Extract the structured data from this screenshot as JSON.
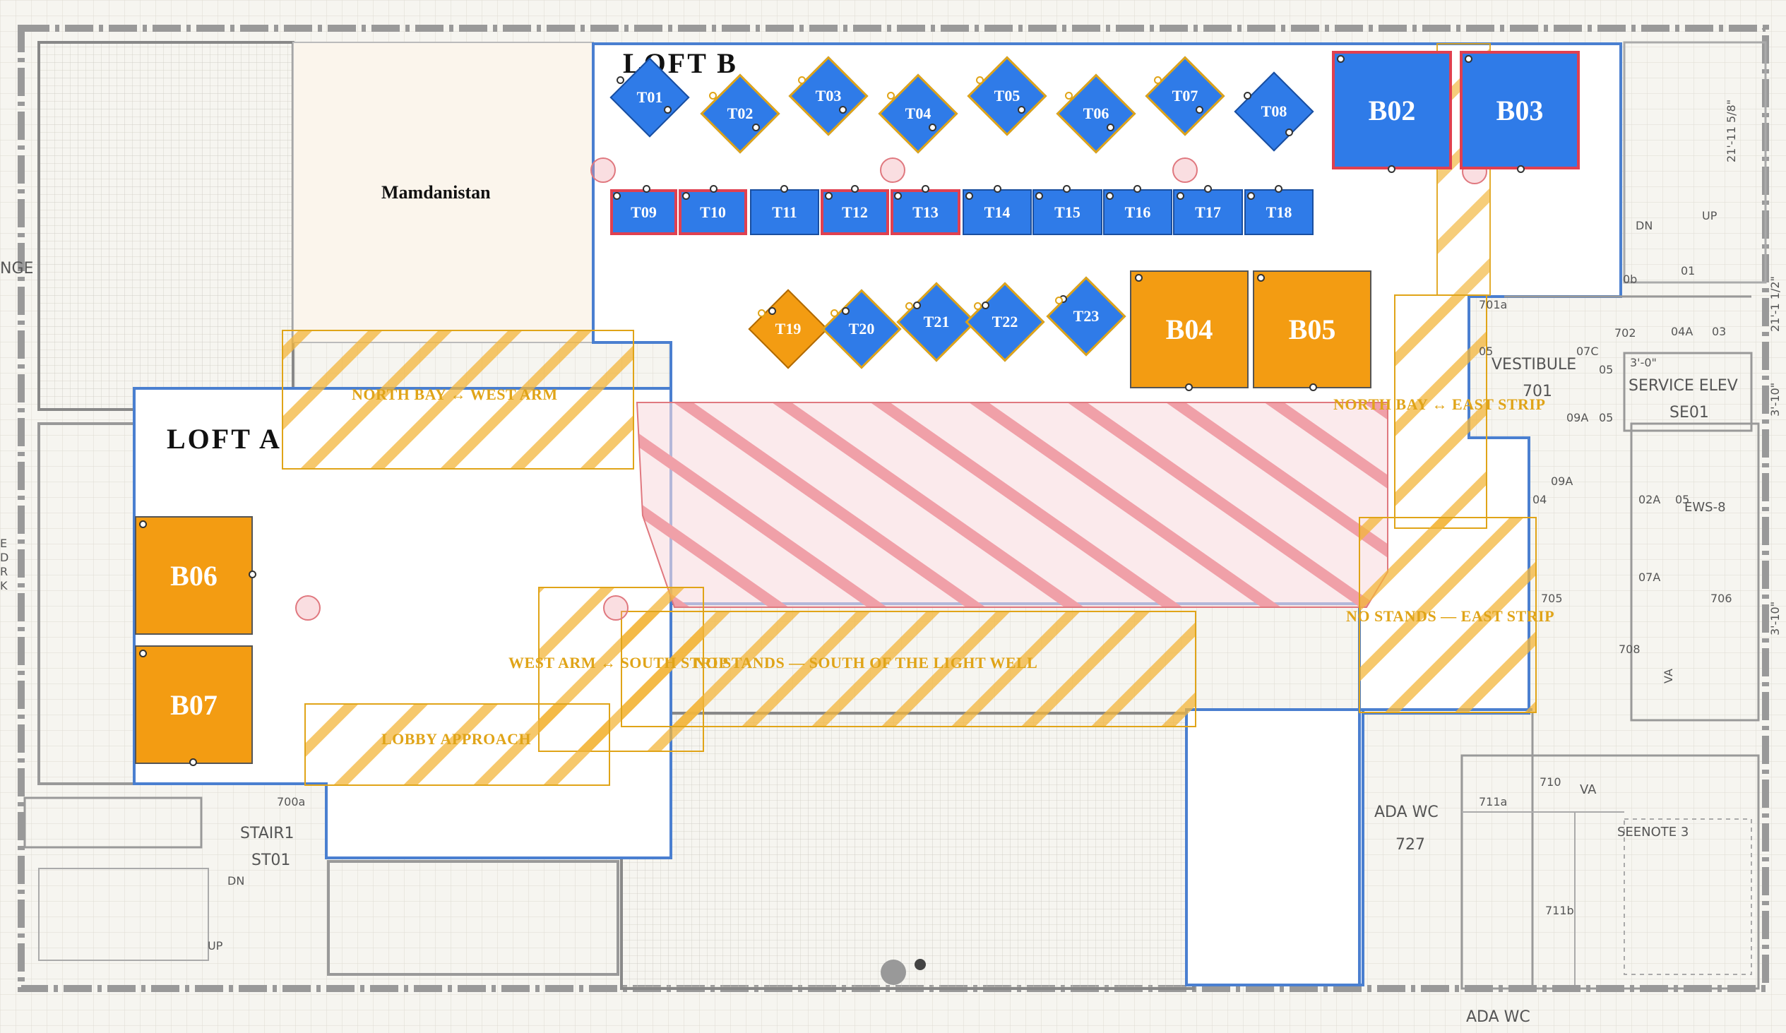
{
  "rooms": {
    "mamdanistan": "Mamdanistan",
    "loft_a": "LOFT A",
    "loft_b": "LOFT B"
  },
  "zones": {
    "north_bay_west_arm": "NORTH BAY ↔ WEST ARM",
    "north_bay_east_strip": "NORTH BAY ↔ EAST STRIP",
    "no_stands_east_strip": "NO STANDS — EAST STRIP",
    "west_arm_south_strip": "WEST ARM ↔ SOUTH STRIP",
    "no_stands_light_well": "NO STANDS — SOUTH OF THE LIGHT WELL",
    "lobby_approach": "LOBBY APPROACH"
  },
  "booths": {
    "b02": "B02",
    "b03": "B03",
    "b04": "B04",
    "b05": "B05",
    "b06": "B06",
    "b07": "B07"
  },
  "tables": {
    "t01": "T01",
    "t02": "T02",
    "t03": "T03",
    "t04": "T04",
    "t05": "T05",
    "t06": "T06",
    "t07": "T07",
    "t08": "T08",
    "t09": "T09",
    "t10": "T10",
    "t11": "T11",
    "t12": "T12",
    "t13": "T13",
    "t14": "T14",
    "t15": "T15",
    "t16": "T16",
    "t17": "T17",
    "t18": "T18",
    "t19": "T19",
    "t20": "T20",
    "t21": "T21",
    "t22": "T22",
    "t23": "T23"
  },
  "arch": {
    "vestibule": "VESTIBULE",
    "r701": "701",
    "r701a": "701a",
    "r702": "702",
    "service_elev": "SERVICE ELEV",
    "se01": "SE01",
    "stair1": "STAIR1",
    "st01": "ST01",
    "r700a": "700a",
    "ada_wc_1": "ADA WC",
    "r727": "727",
    "ada_wc_2": "ADA WC",
    "seenote": "SEENOTE 3",
    "ews": "EWS-8",
    "r710": "710",
    "r711a": "711a",
    "r711b": "711b",
    "va1": "VA",
    "va2": "VA",
    "r705": "705",
    "r706": "706",
    "r708": "708",
    "dn1": "DN",
    "dn2": "DN",
    "up1": "UP",
    "up2": "UP",
    "nge": "NGE",
    "r01": "01",
    "r0b": "0b",
    "r04a": "04A",
    "r03": "03",
    "r05": "05",
    "r07c": "07C",
    "r3_0": "3'-0\"",
    "r09a": "09A",
    "r05b": "05",
    "r02a": "02A",
    "r05c": "05",
    "r07a": "07A",
    "r09a2": "09A",
    "r04": "04",
    "r0": "05",
    "dim1": "21'-11 5/8\"",
    "dim2": "3'-10\"",
    "dim3": "21'-1 1/2\"",
    "dim4": "3'-10\"",
    "edrk": "E D R K"
  },
  "colors": {
    "blue": "#2f7be8",
    "orange": "#f39c12",
    "stripe": "#f2b53a",
    "pink": "#f0a0a8",
    "border_blue": "#4a7fd0",
    "red": "#e04050"
  }
}
